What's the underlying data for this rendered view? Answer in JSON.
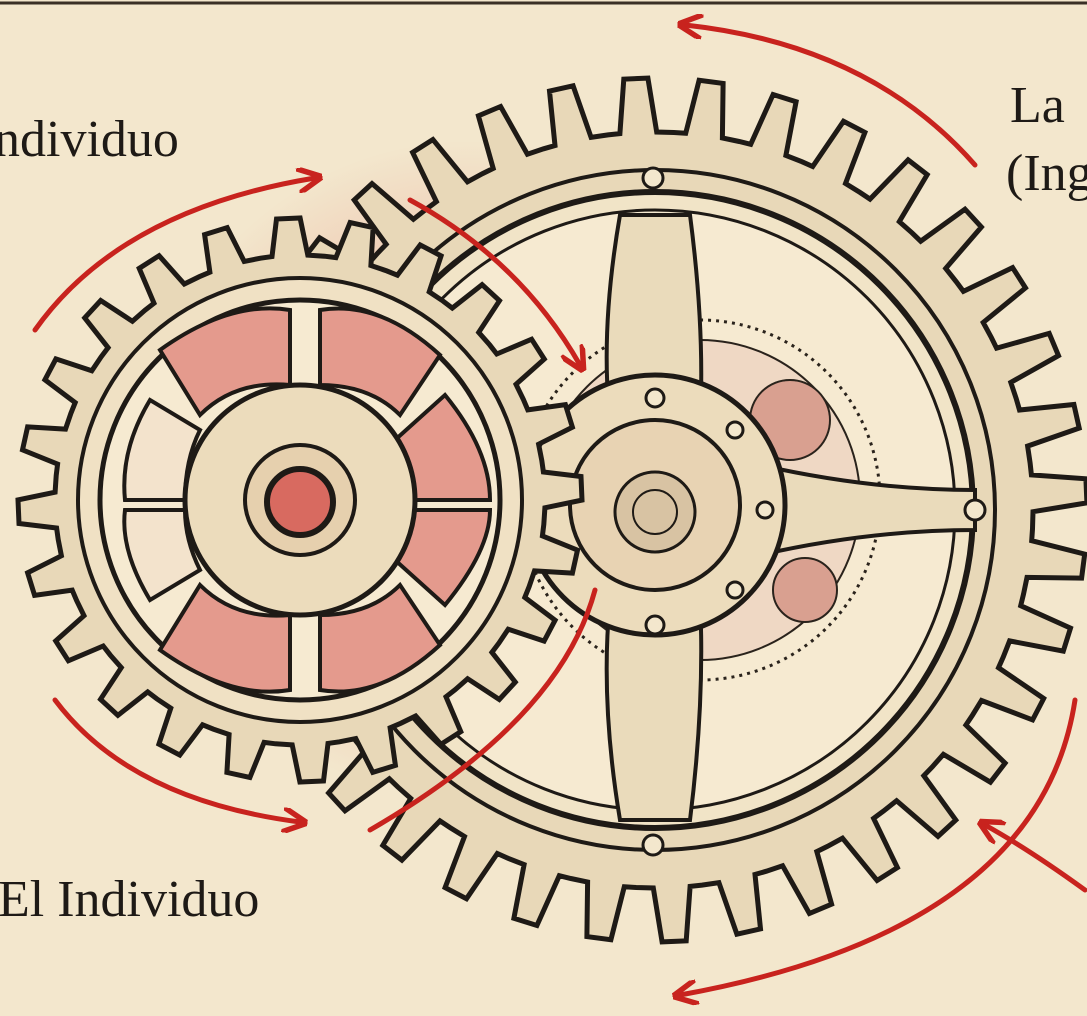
{
  "labels": {
    "top_left": "ndividuo",
    "bottom_left": "El Individuo",
    "top_right_line1": "La",
    "top_right_line2": "(Ing"
  },
  "colors": {
    "paper": "#f3e7cd",
    "ink": "#1e1a16",
    "arrow_red": "#c8231e",
    "shade_red": "#e07a70",
    "gear_fill": "#e8d8b8"
  }
}
